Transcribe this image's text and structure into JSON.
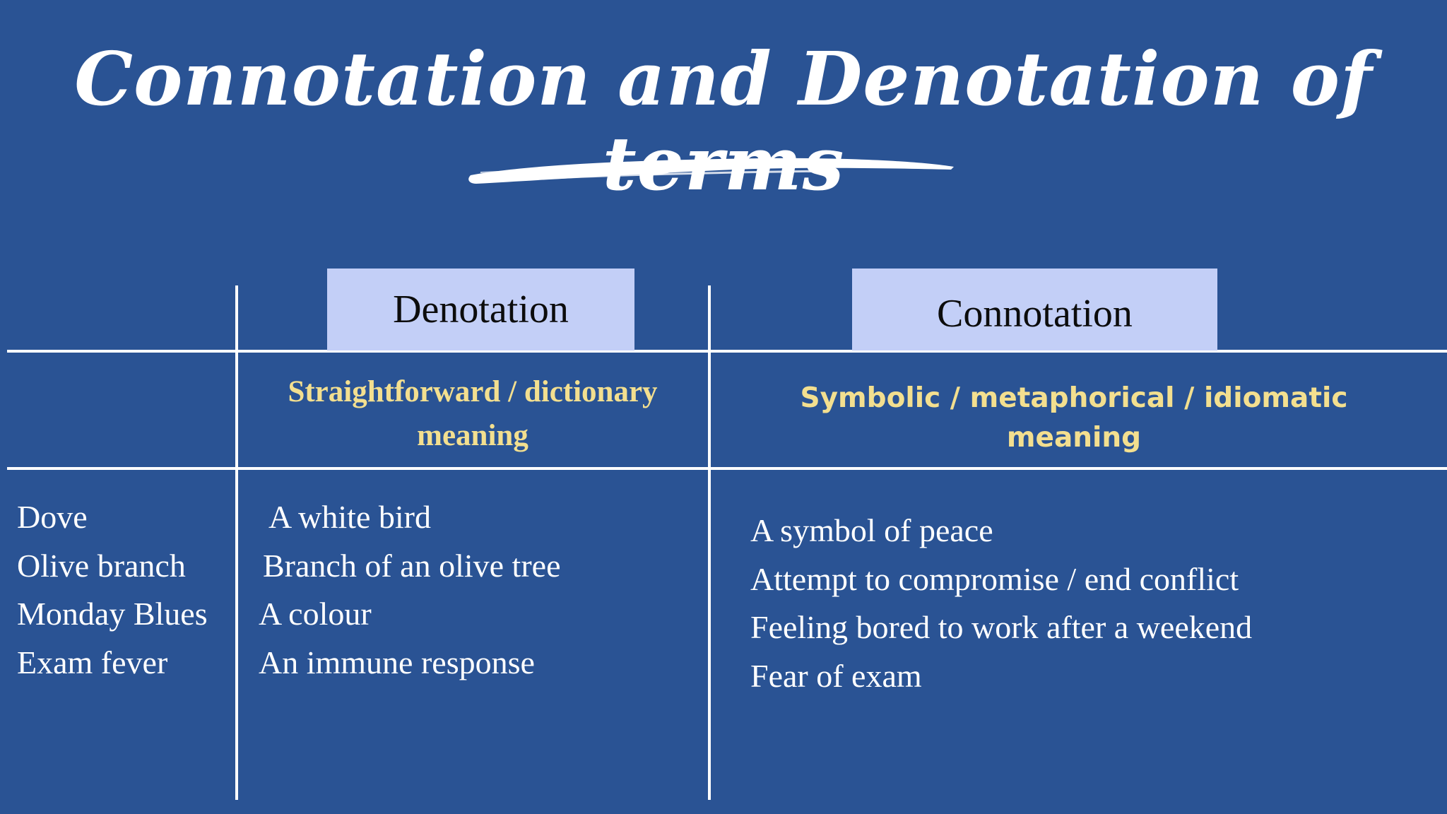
{
  "slide": {
    "title": "Connotation and Denotation of terms",
    "colors": {
      "background": "#2a5394",
      "header_box": "#c3cff7",
      "subheader_text": "#f3df8f",
      "body_text": "#ffffff"
    }
  },
  "table": {
    "headers": {
      "denotation": "Denotation",
      "connotation": "Connotation"
    },
    "subheaders": {
      "denotation": [
        "Straightforward / dictionary",
        "meaning"
      ],
      "connotation": [
        "Symbolic / metaphorical / idiomatic",
        "meaning"
      ]
    },
    "terms": [
      "Dove",
      "Olive branch",
      "Monday Blues",
      "Exam fever"
    ],
    "denotations": [
      "A white bird",
      "Branch of an olive tree",
      "A colour",
      "An immune response"
    ],
    "connotations": [
      "A symbol of peace",
      "Attempt to compromise / end conflict",
      "Feeling bored to work after a weekend",
      "Fear of exam"
    ]
  }
}
